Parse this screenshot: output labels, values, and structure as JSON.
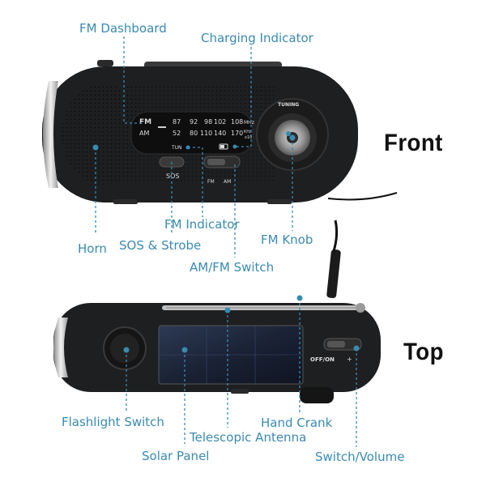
{
  "labels": {
    "fm_dashboard": "FM Dashboard",
    "charging_indicator": "Charging Indicator",
    "fm_indicator": "FM Indicator",
    "horn": "Horn",
    "sos_strobe": "SOS & Strobe",
    "am_fm_switch": "AM/FM Switch",
    "fm_knob": "FM Knob",
    "flashlight_switch": "Flashlight Switch",
    "hand_crank": "Hand Crank",
    "telescopic_antenna": "Telescopic Antenna",
    "solar_panel": "Solar Panel",
    "switch_volume": "Switch/Volume"
  },
  "views": {
    "front": "Front",
    "top": "Top"
  },
  "radio": {
    "fm_band": "FM",
    "am_band": "AM",
    "fm_scale": [
      "87",
      "92",
      "98",
      "102",
      "108",
      "MHz"
    ],
    "am_scale": [
      "52",
      "80",
      "110",
      "140",
      "170",
      "KHz"
    ],
    "am_unit_suffix": "x10",
    "tun_label": "TUN",
    "sos_label": "SOS",
    "fm_switch_label": "FM",
    "am_switch_label": "AM",
    "tuning_label": "TUNING",
    "offon_label": "OFF/ON",
    "minus_sign": "-",
    "plus_sign": "+"
  },
  "colors": {
    "accent": "#3a8ab0",
    "body": "#1e1f21",
    "text_dark": "#111111"
  }
}
